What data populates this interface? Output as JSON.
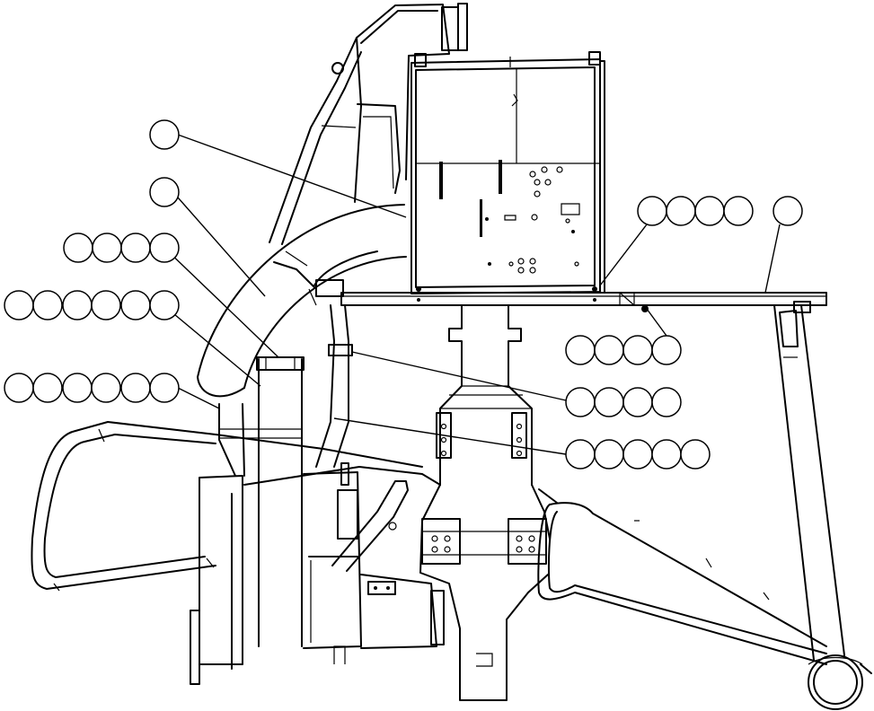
{
  "diagram": {
    "style": {
      "stroke": "#000000",
      "background": "#ffffff"
    },
    "callout_groups": [
      {
        "id": "callout-group-1",
        "bubbles": 1
      },
      {
        "id": "callout-group-2",
        "bubbles": 1
      },
      {
        "id": "callout-group-3",
        "bubbles": 4
      },
      {
        "id": "callout-group-4",
        "bubbles": 6
      },
      {
        "id": "callout-group-5",
        "bubbles": 6
      },
      {
        "id": "callout-group-6",
        "bubbles": 4
      },
      {
        "id": "callout-group-7",
        "bubbles": 1
      },
      {
        "id": "callout-group-8",
        "bubbles": 4
      },
      {
        "id": "callout-group-9",
        "bubbles": 4
      },
      {
        "id": "callout-group-10",
        "bubbles": 5
      }
    ]
  }
}
